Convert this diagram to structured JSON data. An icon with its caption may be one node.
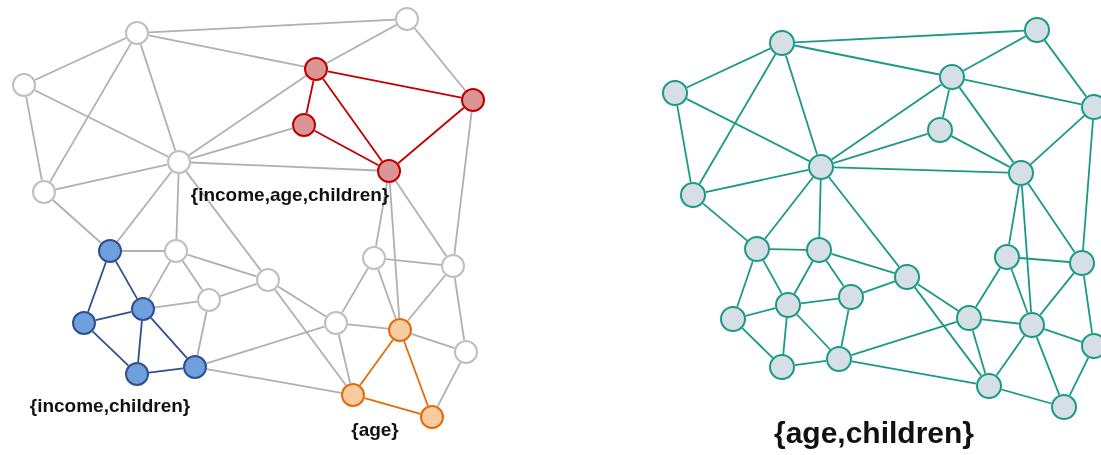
{
  "diagram": {
    "nodes": [
      {
        "text": [],
        "shape": "circle"
      },
      {
        "text": [],
        "shape": "circle"
      },
      {
        "text": [],
        "shape": "circle"
      },
      {
        "text": [],
        "shape": "circle"
      },
      {
        "text": [],
        "shape": "circle"
      },
      {
        "text": [],
        "shape": "circle"
      },
      {
        "text": [],
        "shape": "circle"
      },
      {
        "text": [],
        "shape": "circle"
      },
      {
        "text": [],
        "shape": "circle"
      },
      {
        "text": [],
        "shape": "circle"
      },
      {
        "text": [],
        "shape": "circle"
      },
      {
        "text": [],
        "shape": "circle"
      },
      {
        "text": [],
        "shape": "circle"
      },
      {
        "text": [],
        "shape": "circle"
      },
      {
        "text": [],
        "shape": "circle"
      },
      {
        "text": [],
        "shape": "circle"
      },
      {
        "text": [],
        "shape": "circle"
      },
      {
        "text": [],
        "shape": "circle"
      },
      {
        "text": [],
        "shape": "circle"
      },
      {
        "text": [],
        "shape": "circle"
      },
      {
        "text": [],
        "shape": "circle"
      },
      {
        "text": [],
        "shape": "circle"
      },
      {
        "text": [],
        "shape": "circle"
      },
      {
        "text": [],
        "shape": "circle"
      },
      {
        "text": [],
        "shape": "circle"
      },
      {
        "text": [],
        "shape": "circle"
      },
      {
        "text": [],
        "shape": "circle"
      },
      {
        "text": [],
        "shape": "circle"
      },
      {
        "text": [],
        "shape": "circle"
      },
      {
        "text": [],
        "shape": "circle"
      },
      {
        "text": [],
        "shape": "circle"
      },
      {
        "text": [],
        "shape": "circle"
      },
      {
        "text": [],
        "shape": "circle"
      },
      {
        "text": [],
        "shape": "circle"
      },
      {
        "text": [],
        "shape": "circle"
      },
      {
        "text": [],
        "shape": "circle"
      },
      {
        "text": [],
        "shape": "circle"
      },
      {
        "text": [],
        "shape": "circle"
      },
      {
        "text": [],
        "shape": "circle"
      },
      {
        "text": [],
        "shape": "circle"
      },
      {
        "text": [],
        "shape": "circle"
      },
      {
        "text": [],
        "shape": "circle"
      },
      {
        "text": [],
        "shape": "circle"
      },
      {
        "text": [],
        "shape": "circle"
      },
      {
        "text": [],
        "shape": "circle"
      },
      {
        "text": [],
        "shape": "circle"
      },
      {
        "text": [],
        "shape": "circle"
      },
      {
        "text": [],
        "shape": "circle"
      }
    ],
    "edges": [
      {
        "from": 0,
        "to": 1,
        "arrow": "none",
        "color": "#b0b0b0"
      },
      {
        "from": 0,
        "to": 2,
        "arrow": "none",
        "color": "#b0b0b0"
      },
      {
        "from": 0,
        "to": 3,
        "arrow": "none",
        "color": "#b0b0b0"
      },
      {
        "from": 0,
        "to": 6,
        "arrow": "none",
        "color": "#b0b0b0"
      },
      {
        "from": 0,
        "to": 8,
        "arrow": "none",
        "color": "#b0b0b0"
      },
      {
        "from": 1,
        "to": 3,
        "arrow": "none",
        "color": "#b0b0b0"
      },
      {
        "from": 1,
        "to": 4,
        "arrow": "none",
        "color": "#b0b0b0"
      },
      {
        "from": 2,
        "to": 6,
        "arrow": "none",
        "color": "#b0b0b0"
      },
      {
        "from": 2,
        "to": 8,
        "arrow": "none",
        "color": "#b0b0b0"
      },
      {
        "from": 3,
        "to": 4,
        "arrow": "none",
        "color": "#c00000"
      },
      {
        "from": 3,
        "to": 5,
        "arrow": "none",
        "color": "#c00000"
      },
      {
        "from": 3,
        "to": 7,
        "arrow": "none",
        "color": "#c00000"
      },
      {
        "from": 3,
        "to": 6,
        "arrow": "none",
        "color": "#b0b0b0"
      },
      {
        "from": 4,
        "to": 7,
        "arrow": "none",
        "color": "#c00000"
      },
      {
        "from": 4,
        "to": 12,
        "arrow": "none",
        "color": "#b0b0b0"
      },
      {
        "from": 5,
        "to": 7,
        "arrow": "none",
        "color": "#c00000"
      },
      {
        "from": 5,
        "to": 6,
        "arrow": "none",
        "color": "#b0b0b0"
      },
      {
        "from": 6,
        "to": 7,
        "arrow": "none",
        "color": "#b0b0b0"
      },
      {
        "from": 6,
        "to": 8,
        "arrow": "none",
        "color": "#b0b0b0"
      },
      {
        "from": 6,
        "to": 9,
        "arrow": "none",
        "color": "#b0b0b0"
      },
      {
        "from": 6,
        "to": 10,
        "arrow": "none",
        "color": "#b0b0b0"
      },
      {
        "from": 6,
        "to": 13,
        "arrow": "none",
        "color": "#b0b0b0"
      },
      {
        "from": 7,
        "to": 11,
        "arrow": "none",
        "color": "#b0b0b0"
      },
      {
        "from": 7,
        "to": 18,
        "arrow": "none",
        "color": "#b0b0b0"
      },
      {
        "from": 7,
        "to": 12,
        "arrow": "none",
        "color": "#b0b0b0"
      },
      {
        "from": 8,
        "to": 9,
        "arrow": "none",
        "color": "#b0b0b0"
      },
      {
        "from": 9,
        "to": 10,
        "arrow": "none",
        "color": "#b0b0b0"
      },
      {
        "from": 9,
        "to": 14,
        "arrow": "none",
        "color": "#2f4f8f"
      },
      {
        "from": 9,
        "to": 16,
        "arrow": "none",
        "color": "#2f4f8f"
      },
      {
        "from": 10,
        "to": 14,
        "arrow": "none",
        "color": "#b0b0b0"
      },
      {
        "from": 10,
        "to": 15,
        "arrow": "none",
        "color": "#b0b0b0"
      },
      {
        "from": 10,
        "to": 13,
        "arrow": "none",
        "color": "#b0b0b0"
      },
      {
        "from": 11,
        "to": 12,
        "arrow": "none",
        "color": "#b0b0b0"
      },
      {
        "from": 11,
        "to": 17,
        "arrow": "none",
        "color": "#b0b0b0"
      },
      {
        "from": 11,
        "to": 18,
        "arrow": "none",
        "color": "#b0b0b0"
      },
      {
        "from": 12,
        "to": 18,
        "arrow": "none",
        "color": "#b0b0b0"
      },
      {
        "from": 12,
        "to": 19,
        "arrow": "none",
        "color": "#b0b0b0"
      },
      {
        "from": 13,
        "to": 15,
        "arrow": "none",
        "color": "#b0b0b0"
      },
      {
        "from": 13,
        "to": 17,
        "arrow": "none",
        "color": "#b0b0b0"
      },
      {
        "from": 13,
        "to": 22,
        "arrow": "none",
        "color": "#b0b0b0"
      },
      {
        "from": 14,
        "to": 15,
        "arrow": "none",
        "color": "#b0b0b0"
      },
      {
        "from": 14,
        "to": 16,
        "arrow": "none",
        "color": "#2f4f8f"
      },
      {
        "from": 14,
        "to": 20,
        "arrow": "none",
        "color": "#2f4f8f"
      },
      {
        "from": 14,
        "to": 21,
        "arrow": "none",
        "color": "#2f4f8f"
      },
      {
        "from": 15,
        "to": 21,
        "arrow": "none",
        "color": "#b0b0b0"
      },
      {
        "from": 16,
        "to": 20,
        "arrow": "none",
        "color": "#2f4f8f"
      },
      {
        "from": 17,
        "to": 18,
        "arrow": "none",
        "color": "#b0b0b0"
      },
      {
        "from": 17,
        "to": 21,
        "arrow": "none",
        "color": "#b0b0b0"
      },
      {
        "from": 17,
        "to": 22,
        "arrow": "none",
        "color": "#b0b0b0"
      },
      {
        "from": 18,
        "to": 19,
        "arrow": "none",
        "color": "#b0b0b0"
      },
      {
        "from": 18,
        "to": 22,
        "arrow": "none",
        "color": "#e36c09"
      },
      {
        "from": 18,
        "to": 23,
        "arrow": "none",
        "color": "#e36c09"
      },
      {
        "from": 19,
        "to": 23,
        "arrow": "none",
        "color": "#b0b0b0"
      },
      {
        "from": 20,
        "to": 21,
        "arrow": "none",
        "color": "#2f4f8f"
      },
      {
        "from": 21,
        "to": 22,
        "arrow": "none",
        "color": "#b0b0b0"
      },
      {
        "from": 22,
        "to": 23,
        "arrow": "none",
        "color": "#e36c09"
      },
      {
        "from": 24,
        "to": 25,
        "arrow": "none"
      },
      {
        "from": 24,
        "to": 26,
        "arrow": "none"
      },
      {
        "from": 24,
        "to": 27,
        "arrow": "none"
      },
      {
        "from": 24,
        "to": 30,
        "arrow": "none"
      },
      {
        "from": 24,
        "to": 32,
        "arrow": "none"
      },
      {
        "from": 25,
        "to": 27,
        "arrow": "none"
      },
      {
        "from": 25,
        "to": 28,
        "arrow": "none"
      },
      {
        "from": 26,
        "to": 30,
        "arrow": "none"
      },
      {
        "from": 26,
        "to": 32,
        "arrow": "none"
      },
      {
        "from": 27,
        "to": 28,
        "arrow": "none"
      },
      {
        "from": 27,
        "to": 29,
        "arrow": "none"
      },
      {
        "from": 27,
        "to": 31,
        "arrow": "none"
      },
      {
        "from": 27,
        "to": 30,
        "arrow": "none"
      },
      {
        "from": 28,
        "to": 31,
        "arrow": "none"
      },
      {
        "from": 28,
        "to": 36,
        "arrow": "none"
      },
      {
        "from": 29,
        "to": 31,
        "arrow": "none"
      },
      {
        "from": 29,
        "to": 30,
        "arrow": "none"
      },
      {
        "from": 30,
        "to": 31,
        "arrow": "none"
      },
      {
        "from": 30,
        "to": 32,
        "arrow": "none"
      },
      {
        "from": 30,
        "to": 33,
        "arrow": "none"
      },
      {
        "from": 30,
        "to": 34,
        "arrow": "none"
      },
      {
        "from": 30,
        "to": 37,
        "arrow": "none"
      },
      {
        "from": 31,
        "to": 35,
        "arrow": "none"
      },
      {
        "from": 31,
        "to": 42,
        "arrow": "none"
      },
      {
        "from": 31,
        "to": 36,
        "arrow": "none"
      },
      {
        "from": 32,
        "to": 33,
        "arrow": "none"
      },
      {
        "from": 33,
        "to": 34,
        "arrow": "none"
      },
      {
        "from": 33,
        "to": 38,
        "arrow": "none"
      },
      {
        "from": 33,
        "to": 40,
        "arrow": "none"
      },
      {
        "from": 34,
        "to": 38,
        "arrow": "none"
      },
      {
        "from": 34,
        "to": 39,
        "arrow": "none"
      },
      {
        "from": 34,
        "to": 37,
        "arrow": "none"
      },
      {
        "from": 35,
        "to": 36,
        "arrow": "none"
      },
      {
        "from": 35,
        "to": 41,
        "arrow": "none"
      },
      {
        "from": 35,
        "to": 42,
        "arrow": "none"
      },
      {
        "from": 36,
        "to": 42,
        "arrow": "none"
      },
      {
        "from": 36,
        "to": 43,
        "arrow": "none"
      },
      {
        "from": 37,
        "to": 39,
        "arrow": "none"
      },
      {
        "from": 37,
        "to": 41,
        "arrow": "none"
      },
      {
        "from": 37,
        "to": 46,
        "arrow": "none"
      },
      {
        "from": 38,
        "to": 39,
        "arrow": "none"
      },
      {
        "from": 38,
        "to": 40,
        "arrow": "none"
      },
      {
        "from": 38,
        "to": 44,
        "arrow": "none"
      },
      {
        "from": 38,
        "to": 45,
        "arrow": "none"
      },
      {
        "from": 39,
        "to": 45,
        "arrow": "none"
      },
      {
        "from": 40,
        "to": 44,
        "arrow": "none"
      },
      {
        "from": 41,
        "to": 42,
        "arrow": "none"
      },
      {
        "from": 41,
        "to": 45,
        "arrow": "none"
      },
      {
        "from": 41,
        "to": 46,
        "arrow": "none"
      },
      {
        "from": 42,
        "to": 43,
        "arrow": "none"
      },
      {
        "from": 42,
        "to": 46,
        "arrow": "none"
      },
      {
        "from": 42,
        "to": 47,
        "arrow": "none"
      },
      {
        "from": 43,
        "to": 47,
        "arrow": "none"
      },
      {
        "from": 44,
        "to": 45,
        "arrow": "none"
      },
      {
        "from": 45,
        "to": 46,
        "arrow": "none"
      },
      {
        "from": 46,
        "to": 47,
        "arrow": "none"
      }
    ],
    "labels": [
      "{income,age,children}",
      "{income,children}",
      "{age}",
      "{age,children}"
    ]
  }
}
